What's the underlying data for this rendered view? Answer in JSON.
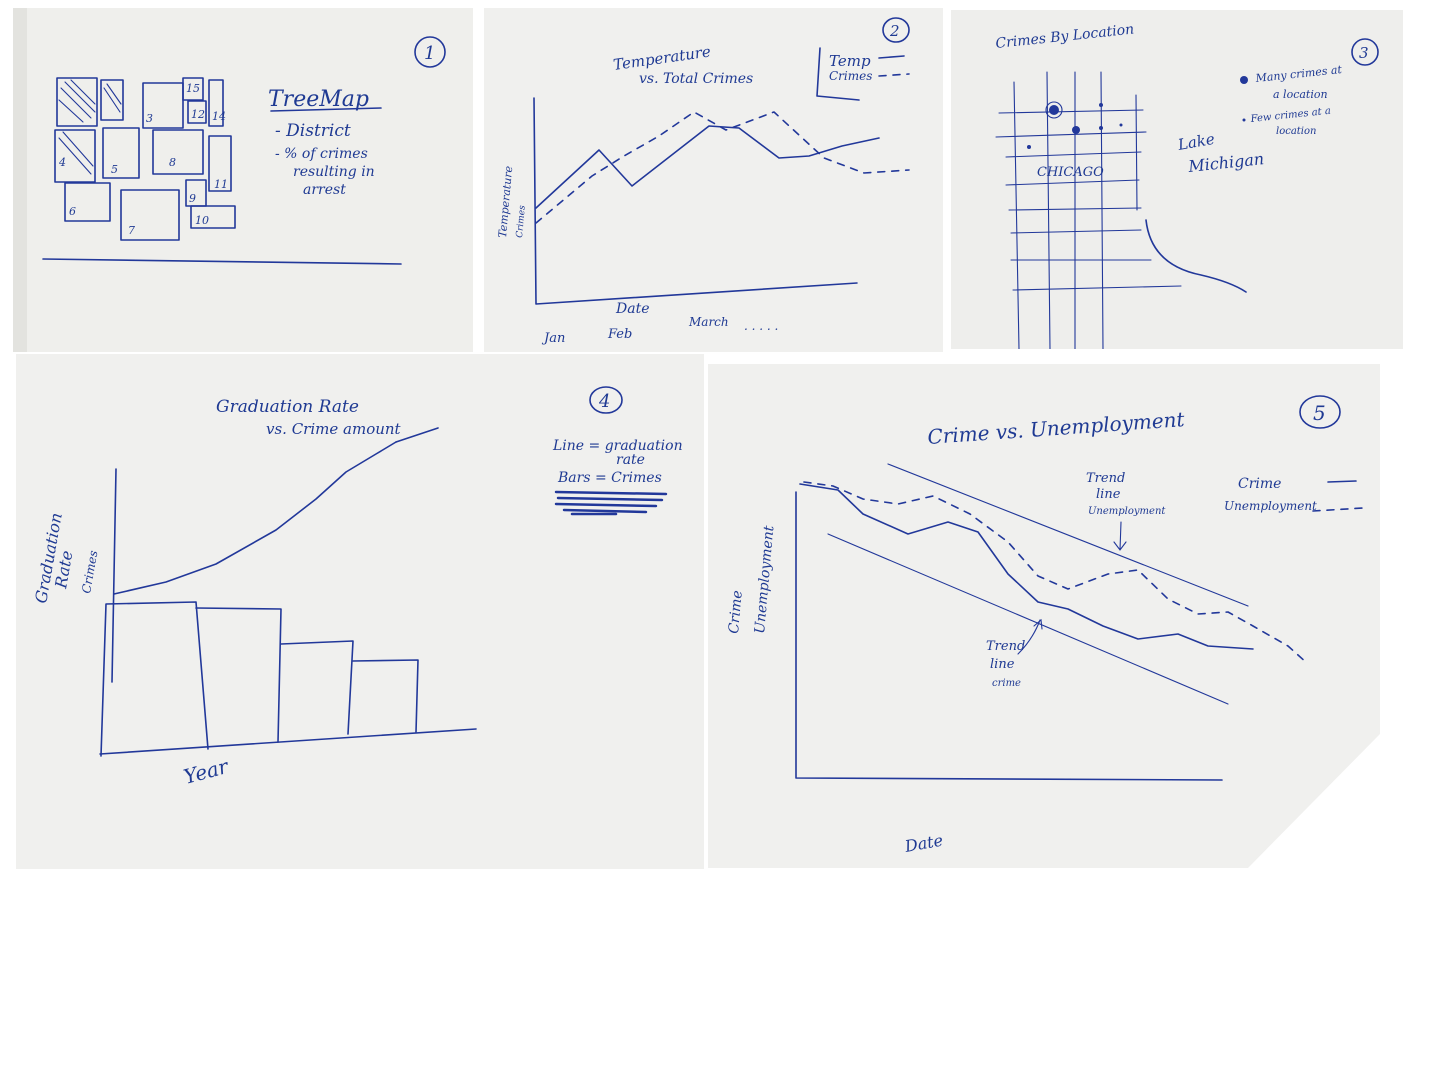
{
  "sketch1": {
    "number": "1",
    "title": "TreeMap",
    "bullets": [
      "- District",
      "- % of crimes",
      "resulting in",
      "arrest"
    ],
    "cell_labels": [
      "3",
      "4",
      "5",
      "6",
      "7",
      "8",
      "9",
      "10",
      "11",
      "12",
      "14",
      "15"
    ]
  },
  "sketch2": {
    "number": "2",
    "title_line1": "Temperature",
    "title_line2": "vs. Total Crimes",
    "legend_temp": "Temp",
    "legend_crimes": "Crimes",
    "ylabel": "Temperature",
    "ylabel2": "Crimes",
    "xlabel": "Date",
    "ticks": [
      "Jan",
      "Feb",
      "March",
      ". . . . ."
    ]
  },
  "sketch3": {
    "number": "3",
    "title": "Crimes By Location",
    "legend_many": "Many crimes at",
    "legend_many2": "a location",
    "legend_few": "Few crimes at a",
    "legend_few2": "location",
    "city": "CHICAGO",
    "lake": "Lake",
    "lake2": "Michigan"
  },
  "sketch4": {
    "number": "4",
    "title": "Graduation Rate",
    "title2": "vs. Crime amount",
    "legend_line": "Line = graduation",
    "legend_line2": "rate",
    "legend_bars": "Bars = Crimes",
    "ylabel": "Graduation",
    "ylabel2": "Rate",
    "ylabel3": "Crimes",
    "xlabel": "Year"
  },
  "sketch5": {
    "number": "5",
    "title": "Crime vs. Unemployment",
    "legend_crime": "Crime",
    "legend_unemp": "Unemployment",
    "trend_unemp": "Trend",
    "trend_unemp2": "line",
    "trend_unemp3": "Unemployment",
    "trend_crime": "Trend",
    "trend_crime2": "line",
    "trend_crime3": "crime",
    "ylabel": "Crime",
    "ylabel2": "Unemployment",
    "xlabel": "Date"
  },
  "colors": {
    "ink": "#22389a",
    "paper": "#f1f1ef"
  }
}
